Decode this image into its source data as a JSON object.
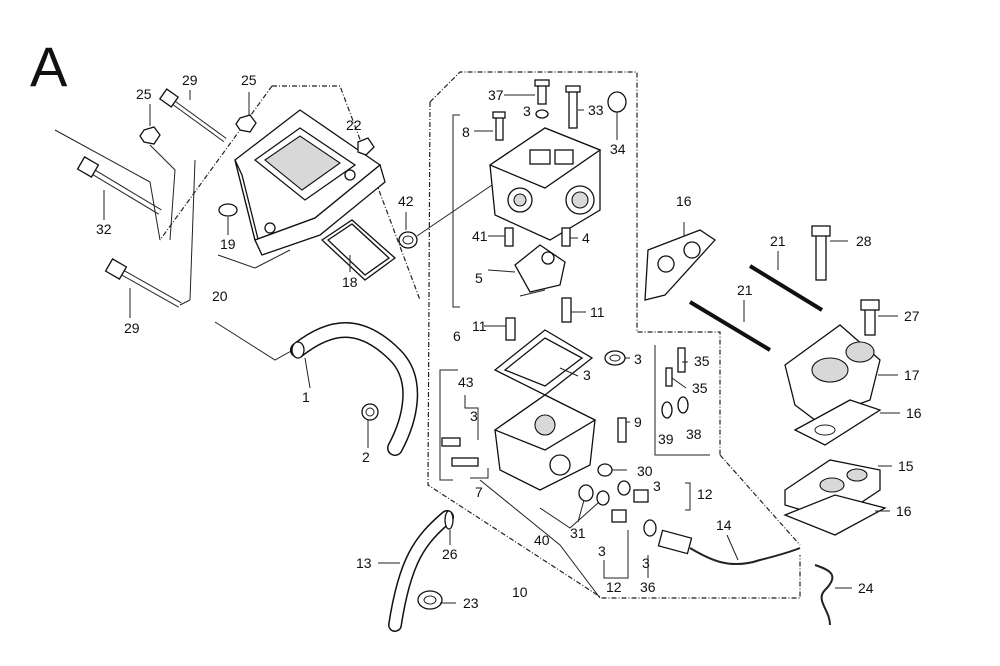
{
  "diagram": {
    "section_letter": "A",
    "callouts": [
      "1",
      "2",
      "3",
      "4",
      "5",
      "6",
      "7",
      "8",
      "9",
      "10",
      "11",
      "12",
      "13",
      "14",
      "15",
      "16",
      "17",
      "18",
      "19",
      "20",
      "21",
      "22",
      "23",
      "24",
      "25",
      "26",
      "27",
      "28",
      "29",
      "30",
      "31",
      "32",
      "33",
      "34",
      "35",
      "36",
      "37",
      "38",
      "39",
      "40",
      "41",
      "42",
      "43"
    ]
  }
}
